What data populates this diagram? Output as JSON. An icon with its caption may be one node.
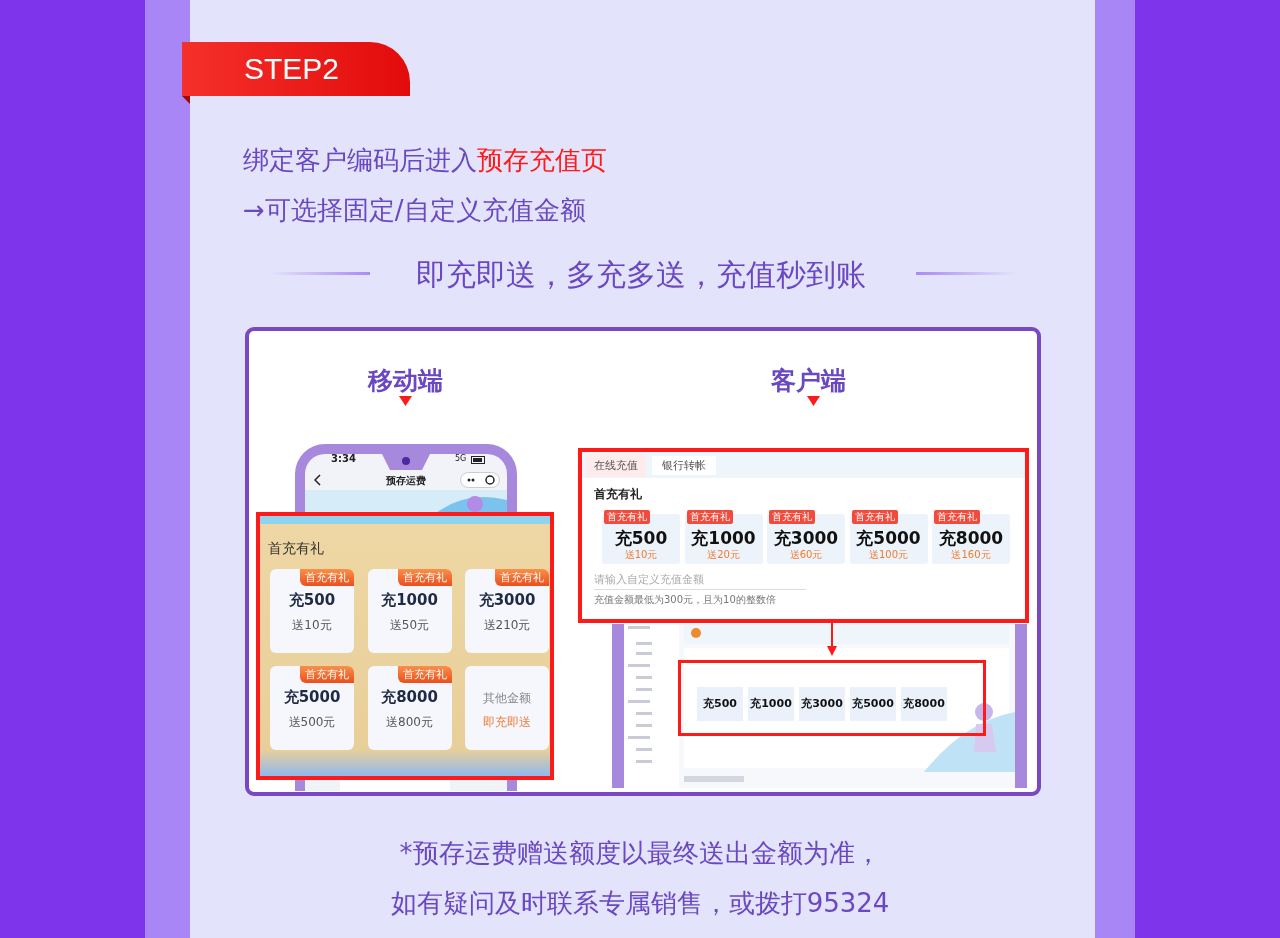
{
  "diagram": {
    "title": "STEP2",
    "nodes": [
      {
        "text": [
          "3:34",
          "5G",
          "预存运费"
        ]
      },
      {
        "text": [
          "首充有礼"
        ]
      },
      {
        "text": [
          "首充有礼",
          "充500",
          "送10元"
        ],
        "in": 1
      },
      {
        "text": [
          "首充有礼",
          "充1000",
          "送50元"
        ],
        "in": 1
      },
      {
        "text": [
          "首充有礼",
          "充3000",
          "送210元"
        ],
        "in": 1
      },
      {
        "text": [
          "首充有礼",
          "充5000",
          "送500元"
        ],
        "in": 1
      },
      {
        "text": [
          "首充有礼",
          "充8000",
          "送800元"
        ],
        "in": 1
      },
      {
        "text": [
          "其他金额",
          "即充即送"
        ],
        "in": 1
      },
      {
        "text": [],
        "shape": "picture"
      },
      {
        "text": [
          "在线充值",
          "银行转帐",
          "首充有礼",
          "请输入自定义充值金额",
          "充值金额最低为300元，且为10的整数倍"
        ]
      },
      {
        "text": [
          "首充有礼",
          "充500",
          "送10元"
        ],
        "in": 9
      },
      {
        "text": [
          "首充有礼",
          "充1000",
          "送20元"
        ],
        "in": 9
      },
      {
        "text": [
          "首充有礼",
          "充3000",
          "送60元"
        ],
        "in": 9
      },
      {
        "text": [
          "首充有礼",
          "充5000",
          "送100元"
        ],
        "in": 9
      },
      {
        "text": [
          "首充有礼",
          "充8000",
          "送160元"
        ],
        "in": 9
      },
      {
        "text": [],
        "shape": "box",
        "in": 8
      },
      {
        "text": [
          "充500"
        ],
        "in": 15
      },
      {
        "text": [
          "充1000"
        ],
        "in": 15
      },
      {
        "text": [
          "充3000"
        ],
        "in": 15
      },
      {
        "text": [
          "充5000"
        ],
        "in": 15
      },
      {
        "text": [
          "充8000"
        ],
        "in": 15
      }
    ],
    "edges": [
      {
        "from": 9,
        "to": 15,
        "arrow": "to"
      }
    ],
    "labels": [
      "绑定客户编码后进入",
      "预存充值页",
      "→可选择固定/自定义充值金额",
      "即充即送，多充多送，充值秒到账",
      "移动端",
      "客户端",
      "*预存运费赠送额度以最终送出金额为准，",
      "如有疑问及时联系专属销售，或拨打95324"
    ]
  }
}
